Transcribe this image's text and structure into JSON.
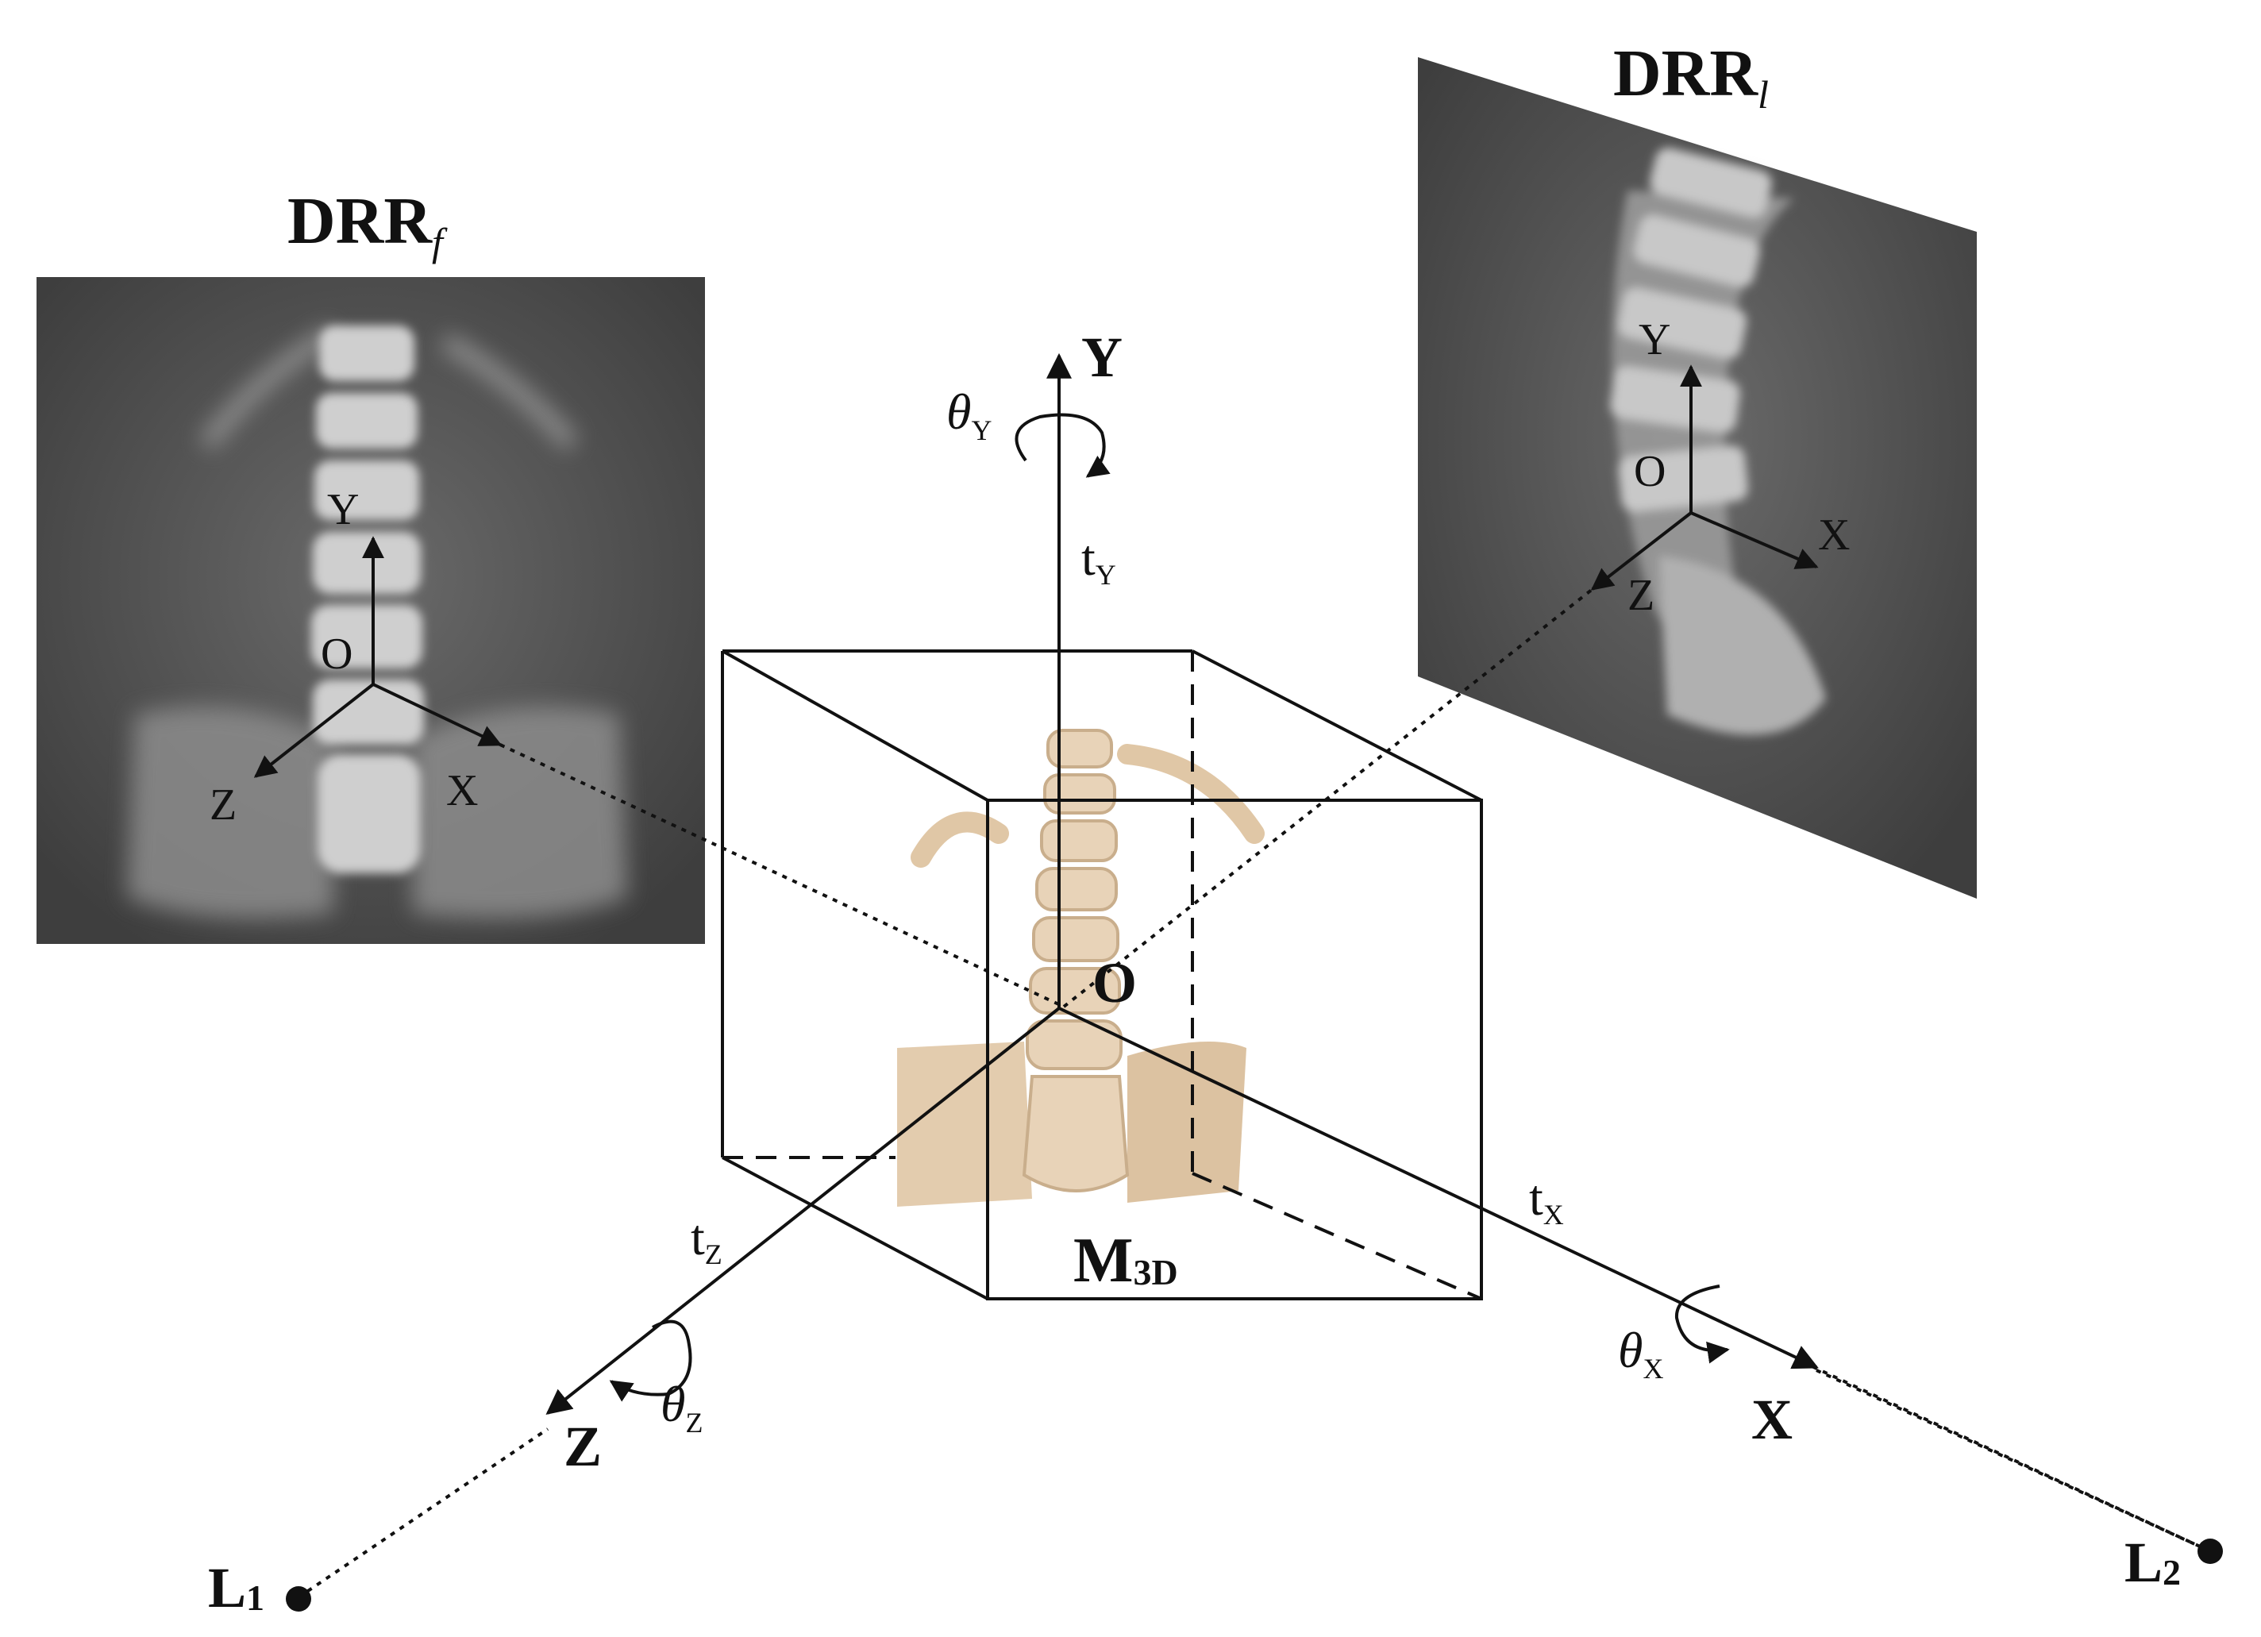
{
  "labels": {
    "drr_frontal": {
      "main": "DRR",
      "sub": "f"
    },
    "drr_lateral": {
      "main": "DRR",
      "sub": "l"
    },
    "axis_y": "Y",
    "axis_x": "X",
    "axis_z": "Z",
    "origin": "O",
    "theta_y": {
      "main": "θ",
      "sub": "Y"
    },
    "theta_x": {
      "main": "θ",
      "sub": "X"
    },
    "theta_z": {
      "main": "θ",
      "sub": "Z"
    },
    "t_y": {
      "main": "t",
      "sub": "Y"
    },
    "t_x": {
      "main": "t",
      "sub": "X"
    },
    "t_z": {
      "main": "t",
      "sub": "Z"
    },
    "volume": {
      "main": "M",
      "sub": "3D"
    },
    "source_1": {
      "main": "L",
      "sub": "1"
    },
    "source_2": {
      "main": "L",
      "sub": "2"
    },
    "frontal_axes": {
      "y": "Y",
      "x": "X",
      "z": "Z",
      "o": "O"
    },
    "lateral_axes": {
      "y": "Y",
      "x": "X",
      "z": "Z",
      "o": "O"
    }
  },
  "colors": {
    "xray_bg": "#4a4a4a",
    "bone_light": "#d8d8d8",
    "bone_render": "#e8d3b8",
    "bone_shadow": "#c9ae8c",
    "line": "#111111"
  }
}
